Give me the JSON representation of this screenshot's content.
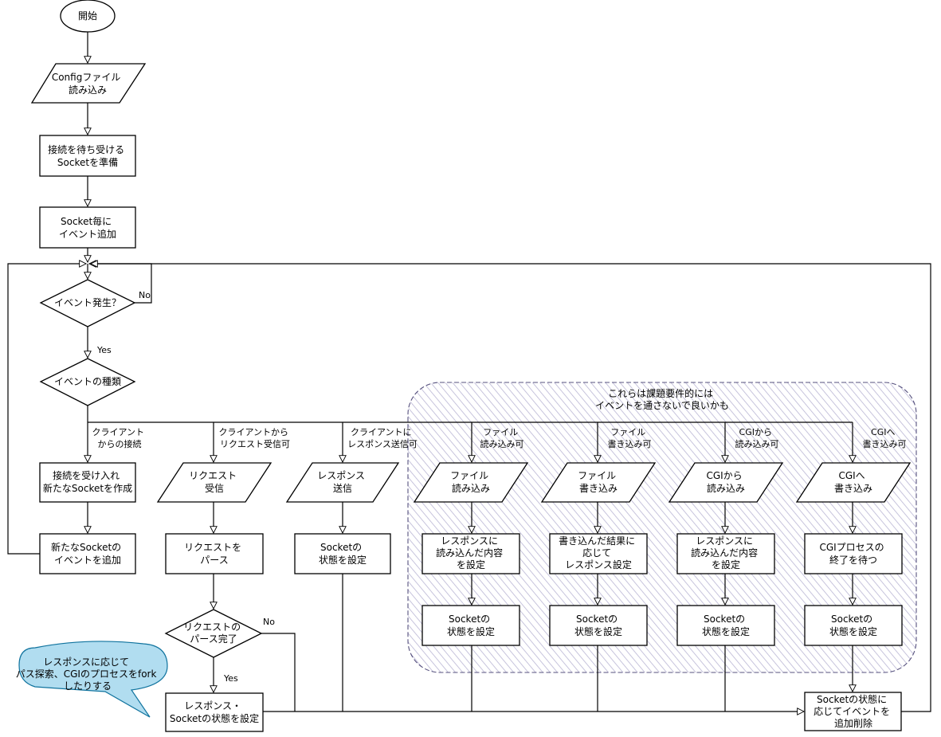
{
  "nodes": {
    "start": [
      "開始"
    ],
    "config": [
      "Configファイル",
      "読み込み"
    ],
    "listen": [
      "接続を待ち受ける",
      "Socketを準備"
    ],
    "add_events": [
      "Socket毎に",
      "イベント追加"
    ],
    "event_occurred": [
      "イベント発生？"
    ],
    "event_type": [
      "イベントの種類"
    ],
    "accept": [
      "接続を受け入れ",
      "新たなSocketを作成"
    ],
    "add_new_event": [
      "新たなSocketの",
      "イベントを追加"
    ],
    "recv_request": [
      "リクエスト",
      "受信"
    ],
    "parse_request": [
      "リクエストを",
      "パース"
    ],
    "parse_done": [
      "リクエストの",
      "パース完了"
    ],
    "set_response_state": [
      "レスポンス・",
      "Socketの状態を設定"
    ],
    "send_response": [
      "レスポンス",
      "送信"
    ],
    "set_socket_state_send": [
      "Socketの",
      "状態を設定"
    ],
    "file_read": [
      "ファイル",
      "読み込み"
    ],
    "set_read_content": [
      "レスポンスに",
      "読み込んだ内容",
      "を設定"
    ],
    "set_socket_state_fr": [
      "Socketの",
      "状態を設定"
    ],
    "file_write": [
      "ファイル",
      "書き込み"
    ],
    "set_write_result": [
      "書き込んだ結果に",
      "応じて",
      "レスポンス設定"
    ],
    "set_socket_state_fw": [
      "Socketの",
      "状態を設定"
    ],
    "cgi_read": [
      "CGIから",
      "読み込み"
    ],
    "set_cgi_content": [
      "レスポンスに",
      "読み込んだ内容",
      "を設定"
    ],
    "set_socket_state_cr": [
      "Socketの",
      "状態を設定"
    ],
    "cgi_write": [
      "CGIへ",
      "書き込み"
    ],
    "wait_cgi": [
      "CGIプロセスの",
      "終了を待つ"
    ],
    "set_socket_state_cw": [
      "Socketの",
      "状態を設定"
    ],
    "update_events": [
      "Socketの状態に",
      "応じてイベントを",
      "追加削除"
    ]
  },
  "edge_labels": {
    "no_event": "No",
    "yes_event": "Yes",
    "client_connect": [
      "クライアント",
      "からの接続"
    ],
    "client_request": [
      "クライアントから",
      "リクエスト受信可"
    ],
    "client_response": [
      "クライアントに",
      "レスポンス送信可"
    ],
    "file_readable": [
      "ファイル",
      "読み込み可"
    ],
    "file_writable": [
      "ファイル",
      "書き込み可"
    ],
    "cgi_readable": [
      "CGIから",
      "読み込み可"
    ],
    "cgi_writable": [
      "CGIへ",
      "書き込み可"
    ],
    "parse_no": "No",
    "parse_yes": "Yes"
  },
  "group_note": [
    "これらは課題要件的には",
    "イベントを通さないで良いかも"
  ],
  "callout": [
    "レスポンスに応じて",
    "パス探索、CGIのプロセスをfork",
    "したりする"
  ],
  "colors": {
    "group_stroke": "#56517e",
    "group_fill": "#d0cee2",
    "callout_fill": "#b1ddf0",
    "callout_stroke": "#10739e"
  }
}
